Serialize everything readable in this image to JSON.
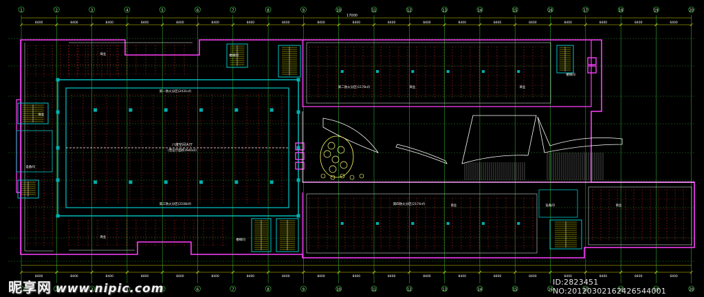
{
  "colors": {
    "background": "#000000",
    "grid_line": "#2ea62e",
    "dimension": "#d9d900",
    "wall_outer": "#ff40ff",
    "wall_inner": "#00c8c8",
    "lighting_dot": "#ff3030",
    "column": "#00b0b0",
    "stair": "#e0e000",
    "text_label": "#ffffff"
  },
  "axis_marks": {
    "top": [
      "1",
      "2",
      "3",
      "4",
      "5",
      "6",
      "7",
      "8",
      "9",
      "10",
      "11",
      "12",
      "13",
      "14",
      "15",
      "16",
      "17",
      "18",
      "19",
      "20"
    ],
    "bottom": [
      "1",
      "2",
      "3",
      "4",
      "5",
      "6",
      "7",
      "8",
      "9",
      "10",
      "11",
      "12",
      "13",
      "14",
      "15",
      "16",
      "17",
      "18",
      "19",
      "20"
    ]
  },
  "dimensions": {
    "overall": "17000",
    "bay_top": [
      "8400",
      "8400",
      "8400",
      "8400",
      "8400",
      "8400",
      "8400",
      "8400",
      "8400",
      "8400",
      "8400",
      "8400",
      "8400",
      "8400",
      "8400",
      "8400",
      "8400",
      "8400",
      "6400"
    ],
    "bay_bottom": [
      "8400",
      "8400",
      "8400",
      "8400",
      "8400",
      "8400",
      "8400",
      "8400",
      "8400",
      "8400",
      "8400",
      "8400",
      "8400",
      "8400",
      "8400",
      "8400",
      "8400",
      "8400",
      "6400"
    ]
  },
  "zones": {
    "zone_a": "第一防火分区(2431㎡)",
    "zone_b": "第二防火分区(1178㎡)",
    "zone_c": "第三防火分区(2108㎡)",
    "zone_d": "第四防火分区(2174㎡)",
    "hall_center": "八度空间大厅",
    "hall_note": "(营业厅面积3940㎡)",
    "shop": "商业",
    "stair": "楼梯间",
    "room": "设备间"
  },
  "watermark": {
    "logo": "昵享网",
    "url": "www.nipic.com",
    "id_line": "ID:2823451 NO:20120302162426544001"
  }
}
